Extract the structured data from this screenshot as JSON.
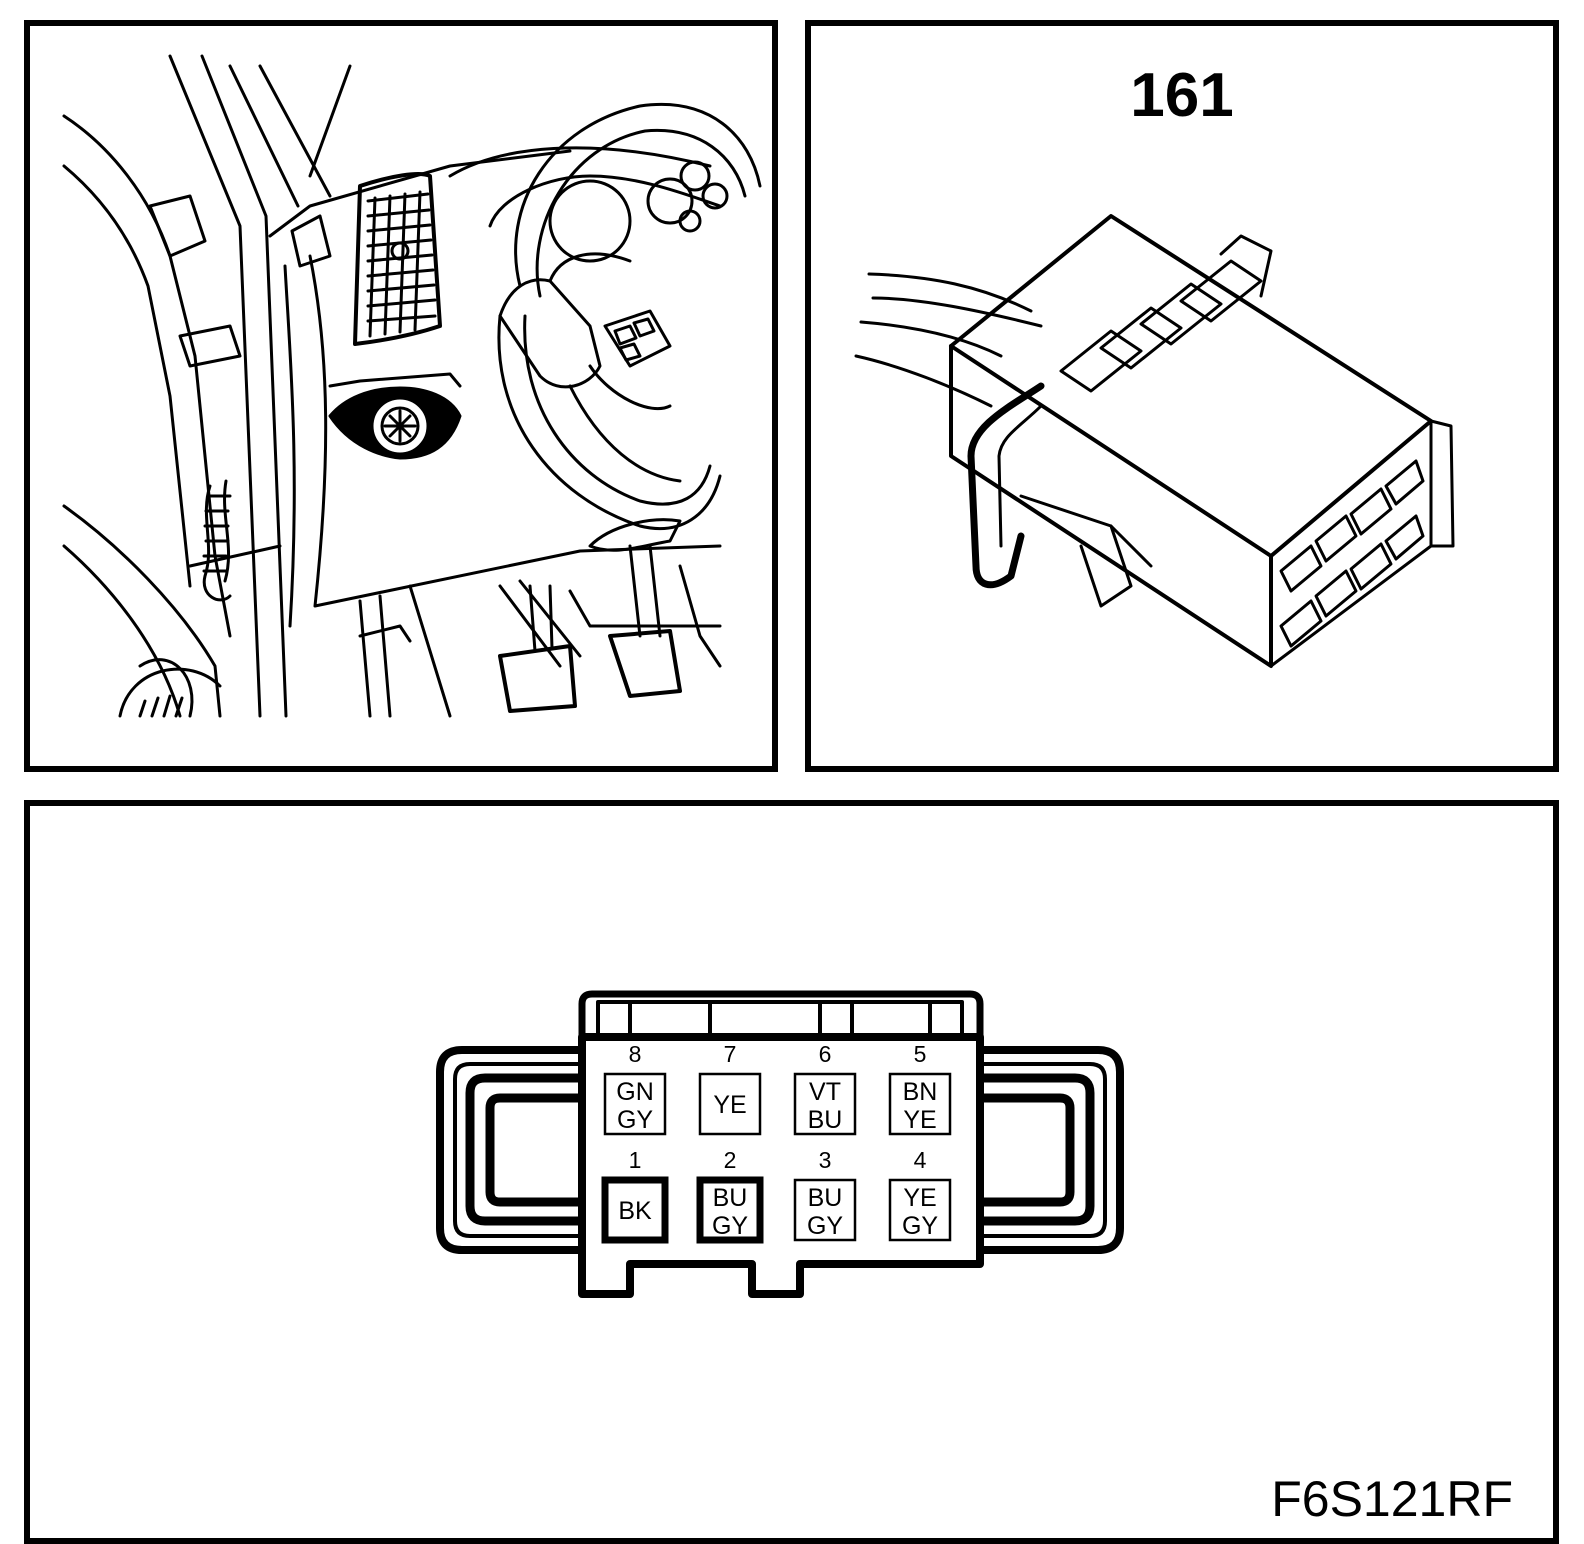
{
  "connector": {
    "number": "161",
    "figure_code": "F6S121RF"
  },
  "pinout": {
    "pins": [
      {
        "num": "8",
        "colors": [
          "GN",
          "GY"
        ],
        "thick": false
      },
      {
        "num": "7",
        "colors": [
          "YE"
        ],
        "thick": false
      },
      {
        "num": "6",
        "colors": [
          "VT",
          "BU"
        ],
        "thick": false
      },
      {
        "num": "5",
        "colors": [
          "BN",
          "YE"
        ],
        "thick": false
      },
      {
        "num": "1",
        "colors": [
          "BK"
        ],
        "thick": true
      },
      {
        "num": "2",
        "colors": [
          "BU",
          "GY"
        ],
        "thick": true
      },
      {
        "num": "3",
        "colors": [
          "BU",
          "GY"
        ],
        "thick": false
      },
      {
        "num": "4",
        "colors": [
          "YE",
          "GY"
        ],
        "thick": false
      }
    ]
  }
}
